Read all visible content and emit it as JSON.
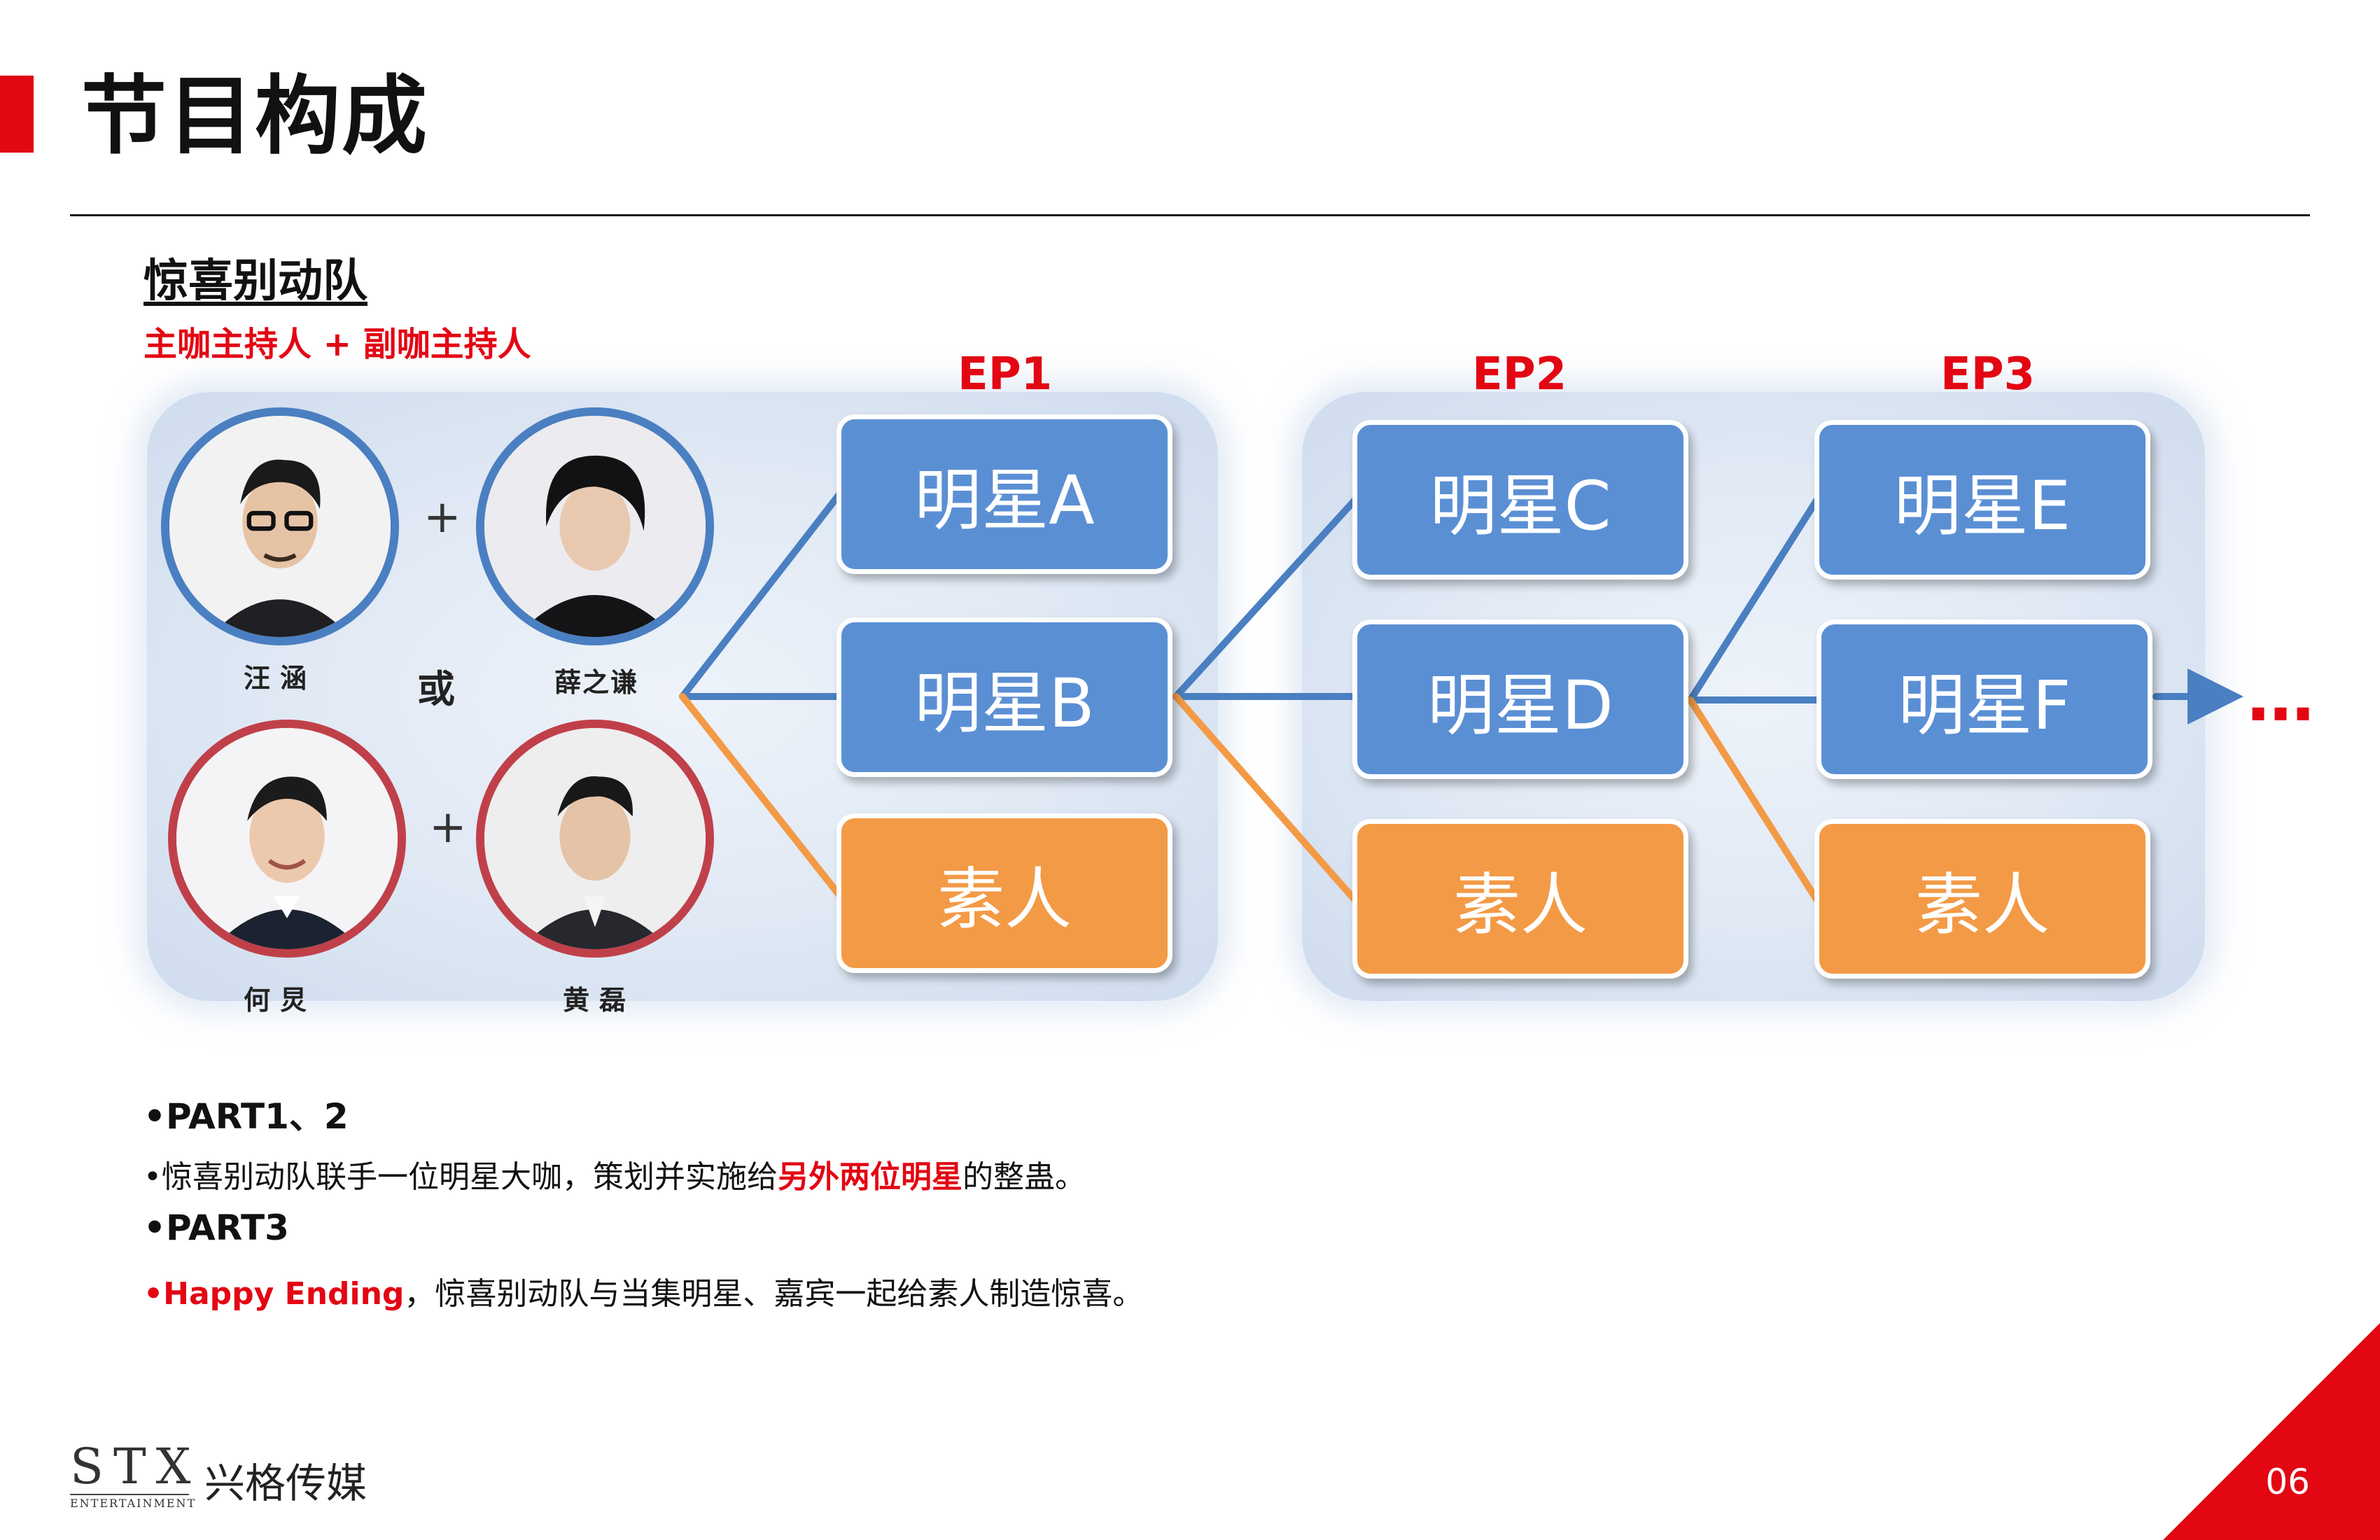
{
  "header": {
    "title": "节目构成"
  },
  "section": {
    "title": "惊喜别动队",
    "hosts_line": "主咖主持人 +  副咖主持人"
  },
  "hosts": {
    "pair1": [
      {
        "name": "汪涵"
      },
      {
        "name": "薛之谦"
      }
    ],
    "pair2": [
      {
        "name": "何炅"
      },
      {
        "name": "黄磊"
      }
    ],
    "plus": "+",
    "or": "或"
  },
  "episodes": [
    {
      "label": "EP1",
      "boxes": [
        "明星A",
        "明星B",
        "素人"
      ]
    },
    {
      "label": "EP2",
      "boxes": [
        "明星C",
        "明星D",
        "素人"
      ]
    },
    {
      "label": "EP3",
      "boxes": [
        "明星E",
        "明星F",
        "素人"
      ]
    }
  ],
  "continuation": "…",
  "bullets": {
    "part12_head": "•PART1、2",
    "part12_text_pre": "•惊喜别动队联手一位明星大咖，策划并实施给",
    "part12_highlight": "另外两位明星",
    "part12_text_post": "的整蛊。",
    "part3_head": "•PART3",
    "part3_highlight": "•Happy Ending",
    "part3_text": "，惊喜别动队与当集明星、嘉宾一起给素人制造惊喜。"
  },
  "footer": {
    "logo_letters": "STX",
    "logo_sub": "ENTERTAINMENT",
    "brand_cn": "兴格传媒",
    "page_number": "06"
  },
  "colors": {
    "accent_red": "#e30613",
    "star_box": "#5b8fd4",
    "civilian_box": "#f39a46",
    "line_blue": "#4a7fc1",
    "line_orange": "#f39a46"
  }
}
